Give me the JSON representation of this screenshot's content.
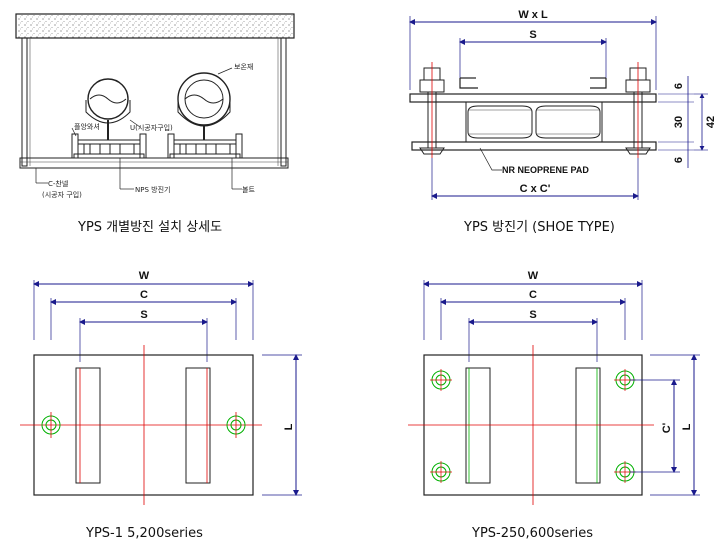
{
  "captions": {
    "top_left": "YPS 개별방진 설치 상세도",
    "top_right": "YPS 방진기 (SHOE TYPE)",
    "bottom_left": "YPS-1 5,200series",
    "bottom_right": "YPS-250,600series"
  },
  "install_detail": {
    "insulation": "보온재",
    "u_bolt": "U(시공자구입)",
    "anchor_washer": "플앙와셔",
    "c_channel": "C-찬넬",
    "c_channel_note": "(시공자 구입)",
    "isolator": "NPS 방진기",
    "bolt": "볼트"
  },
  "shoe_type": {
    "dim_wxl": "W x L",
    "dim_s": "S",
    "dim_cxc": "C x C'",
    "pad_label": "NR NEOPRENE PAD",
    "dim_6_top": "6",
    "dim_30": "30",
    "dim_42": "42",
    "dim_6_bottom": "6"
  },
  "plan_left": {
    "w": "W",
    "c": "C",
    "s": "S",
    "l": "L"
  },
  "plan_right": {
    "w": "W",
    "c": "C",
    "s": "S",
    "c_prime": "C'",
    "l": "L"
  },
  "colors": {
    "dim": "#1a1a8c",
    "center": "#e00000",
    "bolt": "#00b000",
    "line": "#222222"
  }
}
